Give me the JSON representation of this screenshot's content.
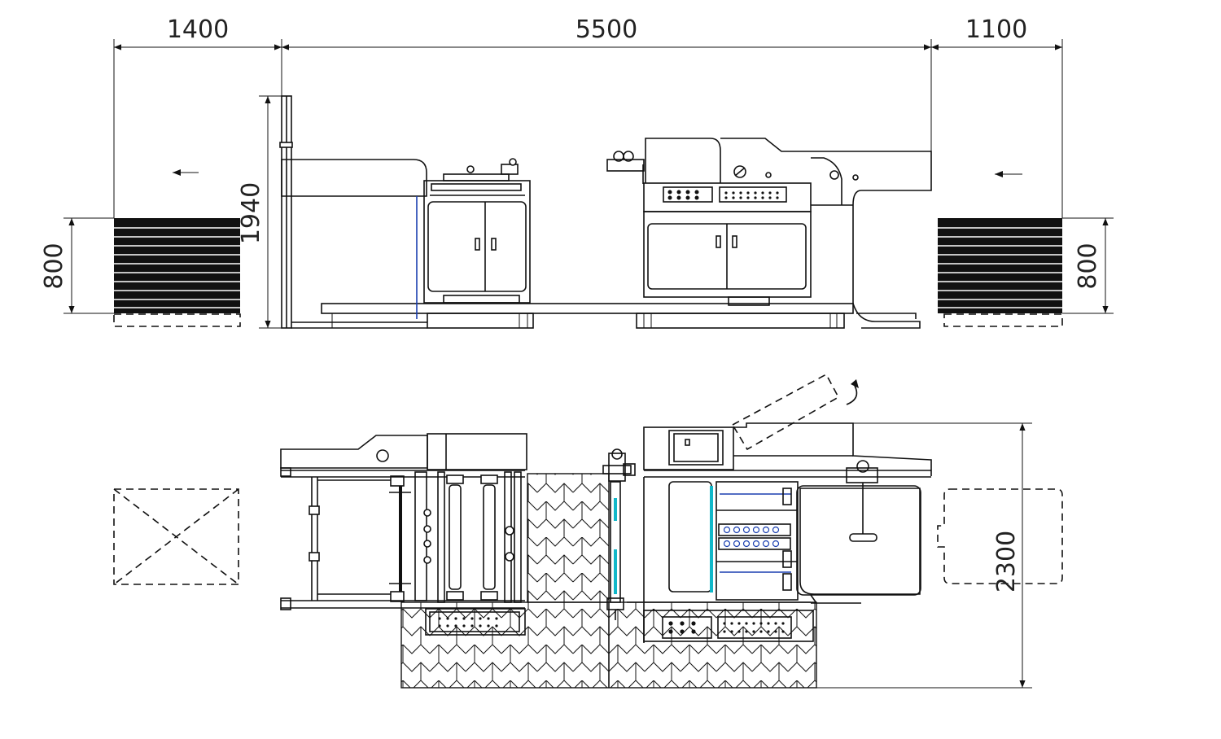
{
  "dimensions": {
    "left_pallet_width": "1400",
    "machine_length": "5500",
    "right_pallet_width": "1100",
    "machine_height": "1940",
    "left_stack_height": "800",
    "right_stack_height": "800",
    "machine_width": "2300"
  },
  "colors": {
    "line": "#111111",
    "blue_guide": "#1a3fb0",
    "cyan_roller": "#11b8c9",
    "background": "#ffffff"
  },
  "icons": {
    "left_flow_arrow": "arrow-left-icon",
    "right_flow_arrow": "arrow-left-icon",
    "rotate_arrow": "rotate-arrow-icon"
  }
}
